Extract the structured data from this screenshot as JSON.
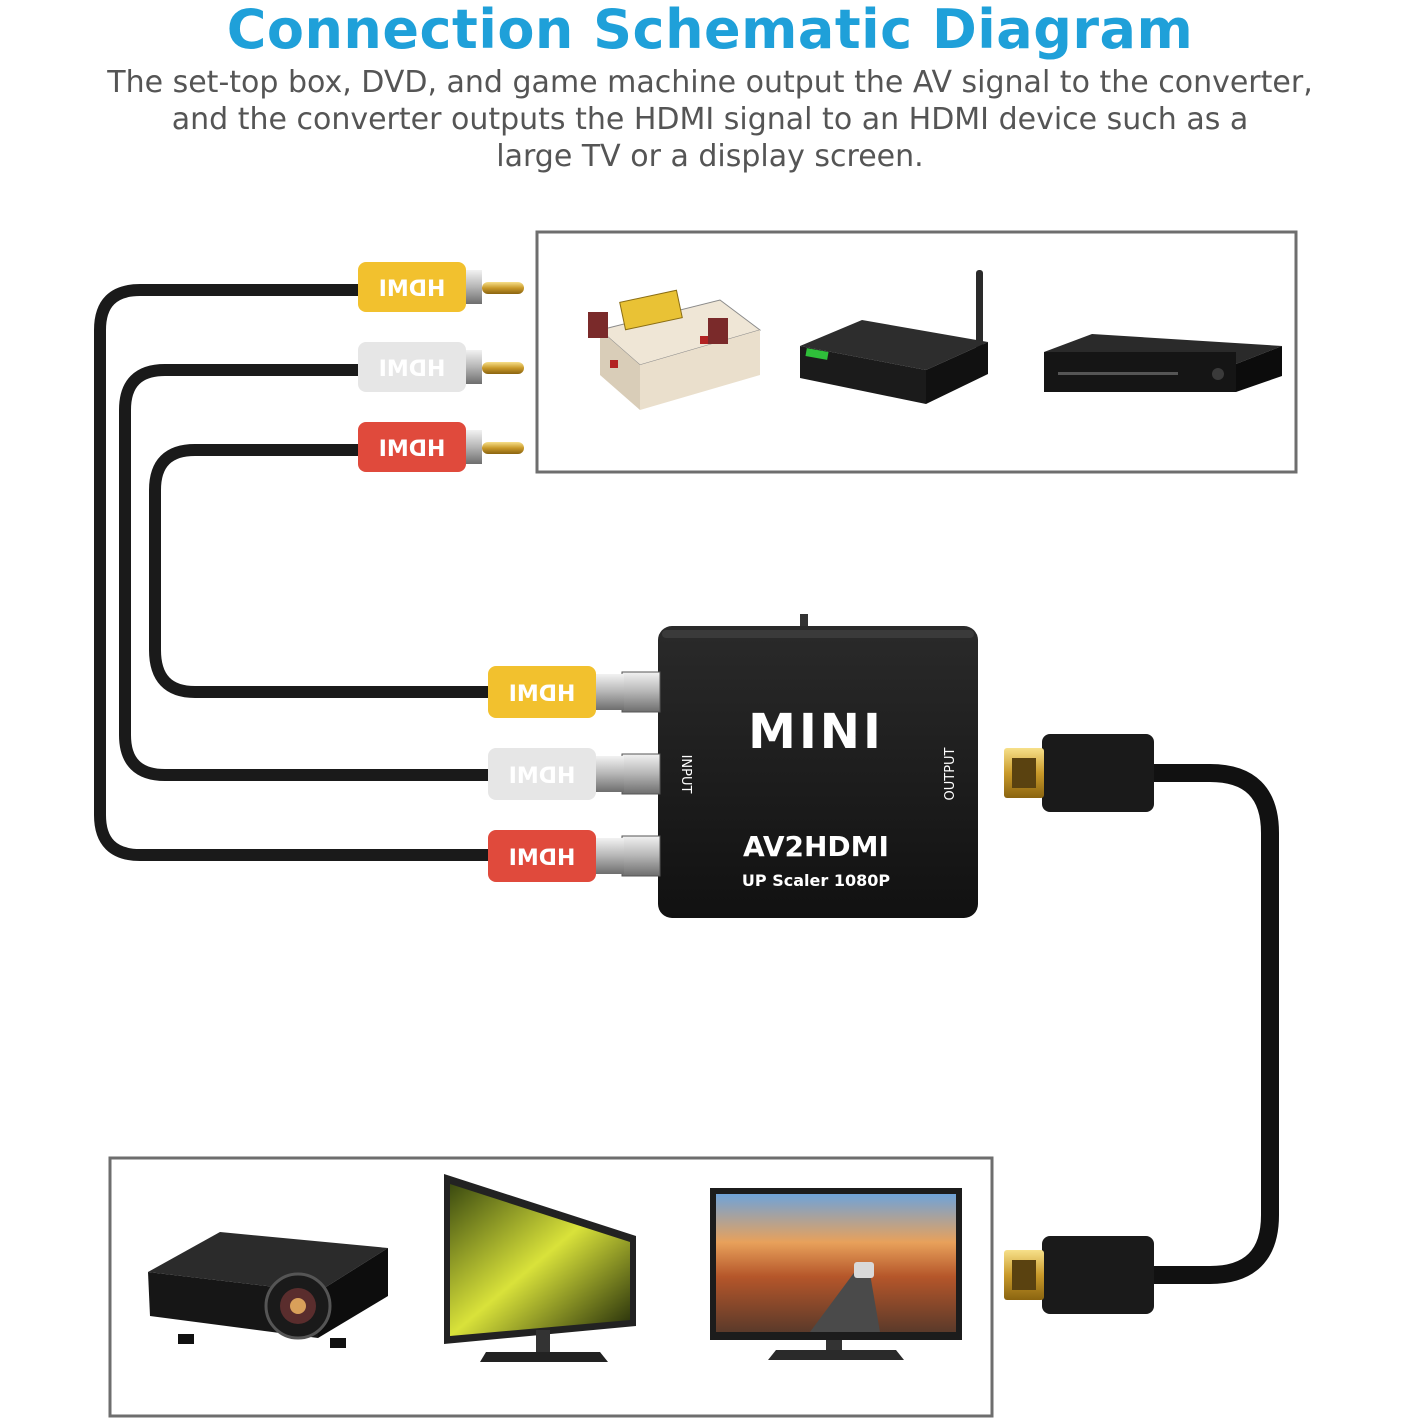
{
  "title": "Connection Schematic Diagram",
  "subtitle": [
    "The set-top box, DVD, and game machine output the AV signal to the converter,",
    "and the converter outputs the HDMI signal to an HDMI device such as a",
    "large TV or a display screen."
  ],
  "converter": {
    "brand": "MINI",
    "model": "AV2HDMI",
    "tagline": "UP Scaler 1080P",
    "input_label": "INPUT",
    "output_label": "OUTPUT"
  },
  "rca_plug_text": "HDMI",
  "colors": {
    "title": "#1fa0d9",
    "rca_yellow": "#f2c12e",
    "rca_white": "#e6e6e6",
    "rca_red": "#e04a3c",
    "cable": "#1a1a1a",
    "box_border": "#6e6e6e"
  },
  "source_devices": [
    "game-console-icon",
    "set-top-box-icon",
    "dvd-player-icon"
  ],
  "display_devices": [
    "projector-icon",
    "monitor-icon",
    "tv-icon"
  ]
}
